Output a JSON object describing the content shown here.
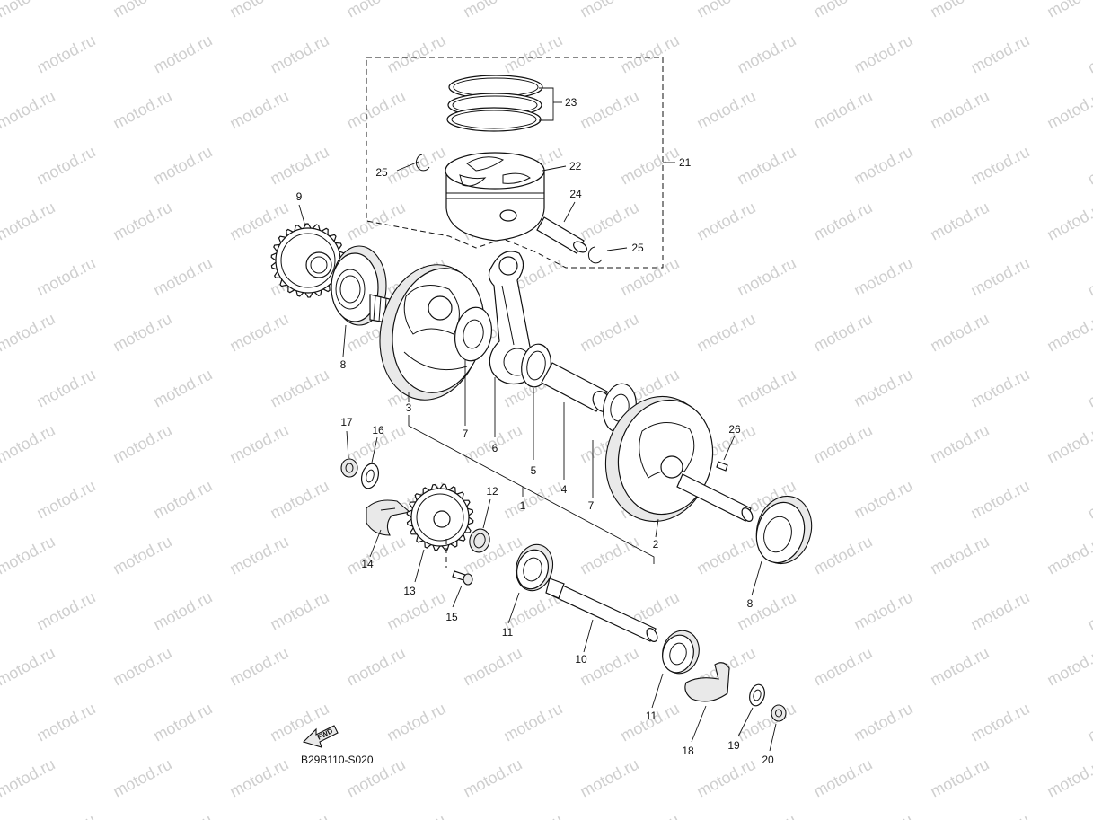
{
  "watermark": {
    "text": "motod.ru",
    "color": "#cfcfcf"
  },
  "diagram_code": "B29B110-S020",
  "fwd_label": "FWD",
  "labels": {
    "n1": "1",
    "n2": "2",
    "n3": "3",
    "n4": "4",
    "n5": "5",
    "n6": "6",
    "n7a": "7",
    "n7b": "7",
    "n8a": "8",
    "n8b": "8",
    "n9": "9",
    "n10": "10",
    "n11a": "11",
    "n11b": "11",
    "n12": "12",
    "n13": "13",
    "n14": "14",
    "n15": "15",
    "n16": "16",
    "n17": "17",
    "n18": "18",
    "n19": "19",
    "n20": "20",
    "n21": "21",
    "n22": "22",
    "n23": "23",
    "n24": "24",
    "n25a": "25",
    "n25b": "25",
    "n26": "26"
  }
}
